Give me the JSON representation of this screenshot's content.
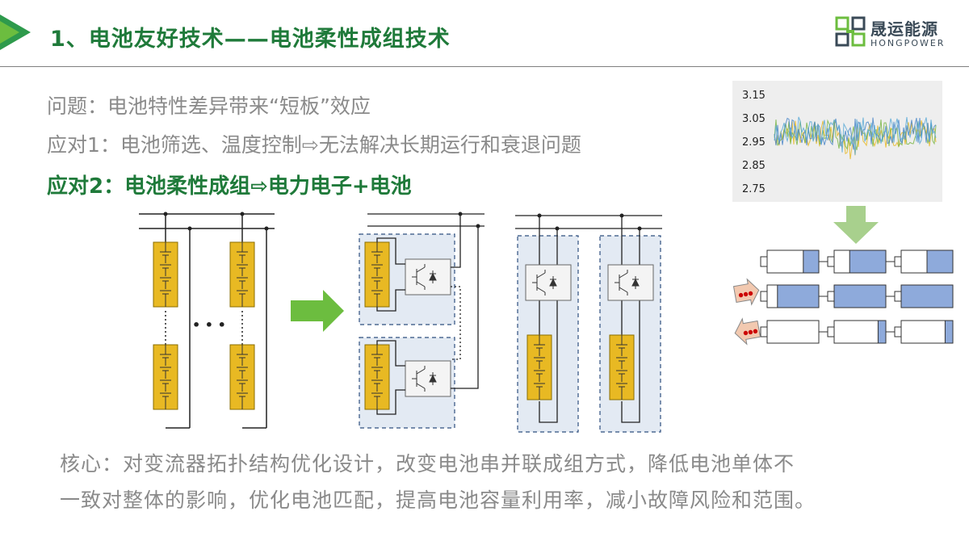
{
  "header": {
    "title": "1、电池友好技术——电池柔性成组技术",
    "logo_cn": "晟运能源",
    "logo_en": "HONGPOWER"
  },
  "body": {
    "problem": "问题：电池特性差异带来“短板”效应",
    "response1": "应对1：电池筛选、温度控制⇨无法解决长期运行和衰退问题",
    "response2": "应对2：电池柔性成组⇨电力电子+电池",
    "core_line1": "核心：对变流器拓扑结构优化设计，改变电池串并联成组方式，降低电池单体不",
    "core_line2": "一致对整体的影响，优化电池匹配，提高电池容量利用率，减小故障风险和范围。"
  },
  "diagram": {
    "ellipsis": "• • •"
  },
  "chart_data": {
    "type": "line",
    "y_ticks": [
      "3.15",
      "3.05",
      "2.95",
      "2.85",
      "2.75"
    ],
    "ylim": [
      2.75,
      3.15
    ],
    "series_colors": [
      "#e8b923",
      "#7ab648",
      "#4a86c8",
      "#5aa9d6"
    ]
  },
  "colors": {
    "brand_green": "#1f7a3a",
    "accent_green": "#6cbd3f",
    "battery_yellow": "#e8b923",
    "cell_blue": "#8eaadb",
    "module_bg": "#e3eaf3"
  }
}
